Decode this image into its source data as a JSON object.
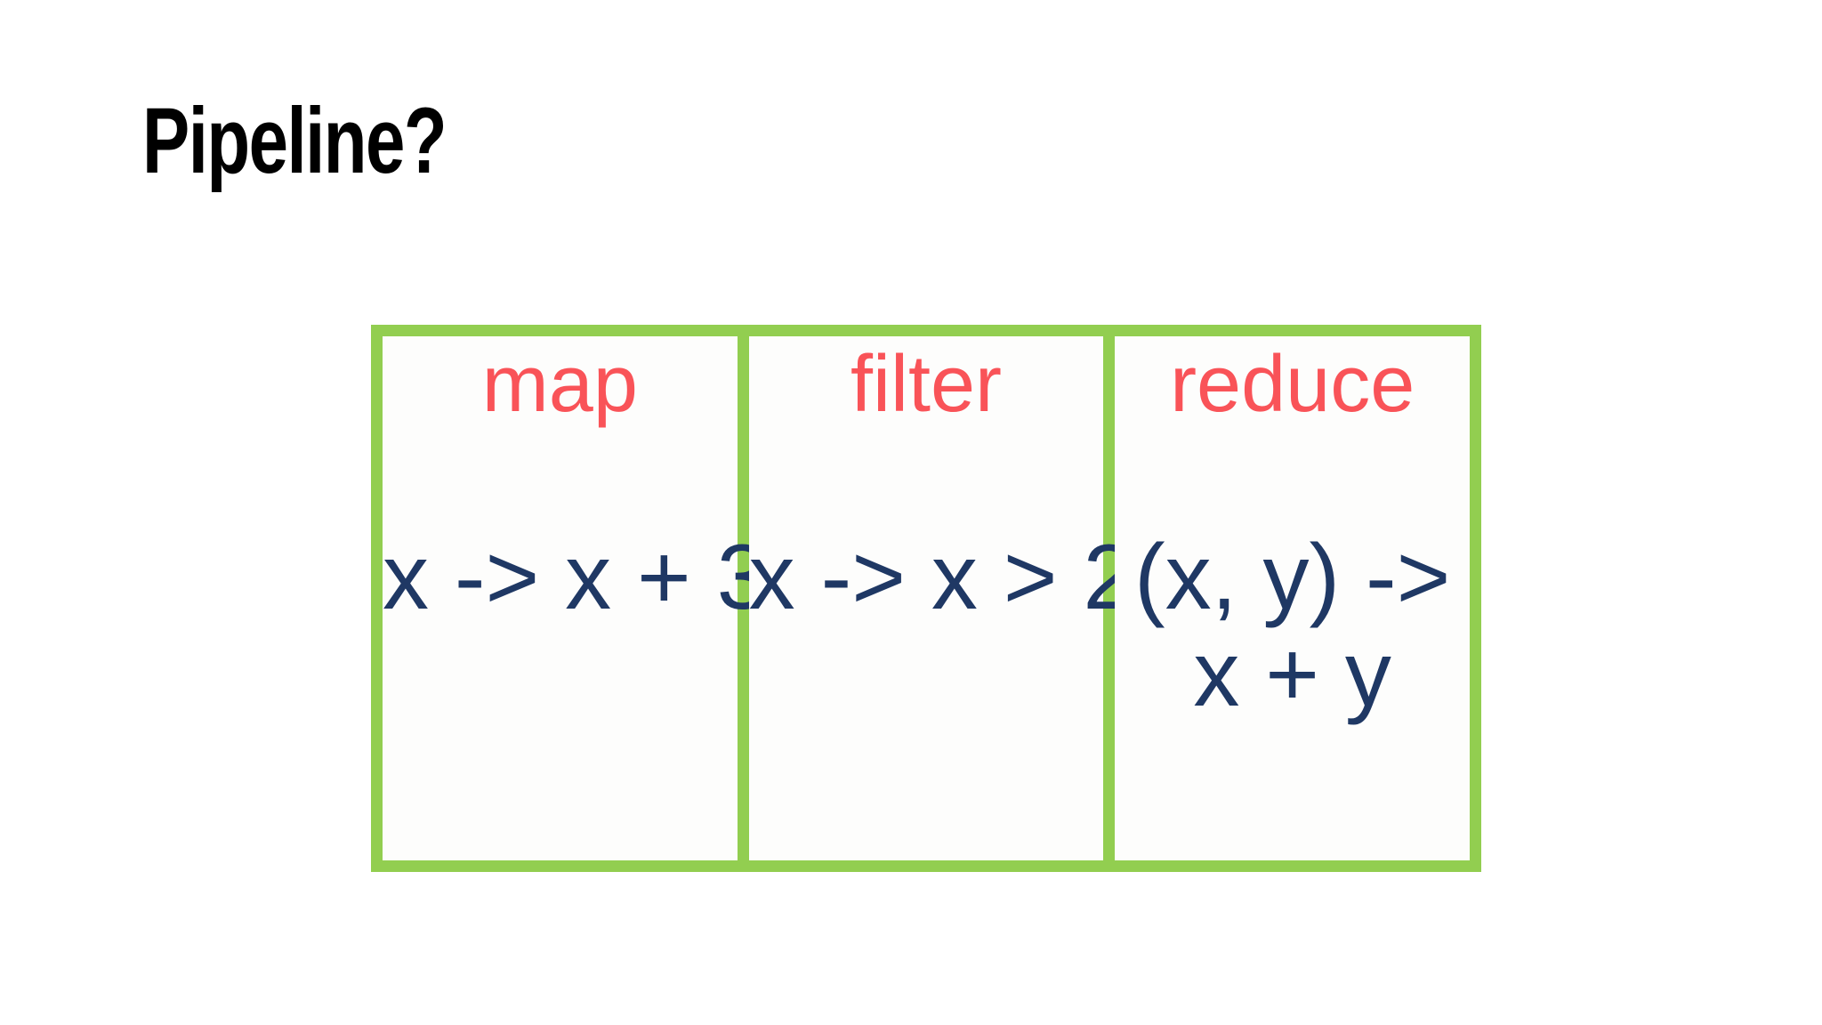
{
  "slide": {
    "title": "Pipeline?",
    "colors": {
      "border_green": "#92CE50",
      "label_red": "#F95358",
      "code_navy": "#1F3864",
      "title_black": "#000000",
      "background": "#FFFFFF"
    },
    "cells": [
      {
        "label": "map",
        "code_lines": [
          "x -> x + 3"
        ]
      },
      {
        "label": "filter",
        "code_lines": [
          "x -> x > 2"
        ]
      },
      {
        "label": "reduce",
        "code_lines": [
          "(x, y) ->",
          "x + y"
        ]
      }
    ]
  }
}
